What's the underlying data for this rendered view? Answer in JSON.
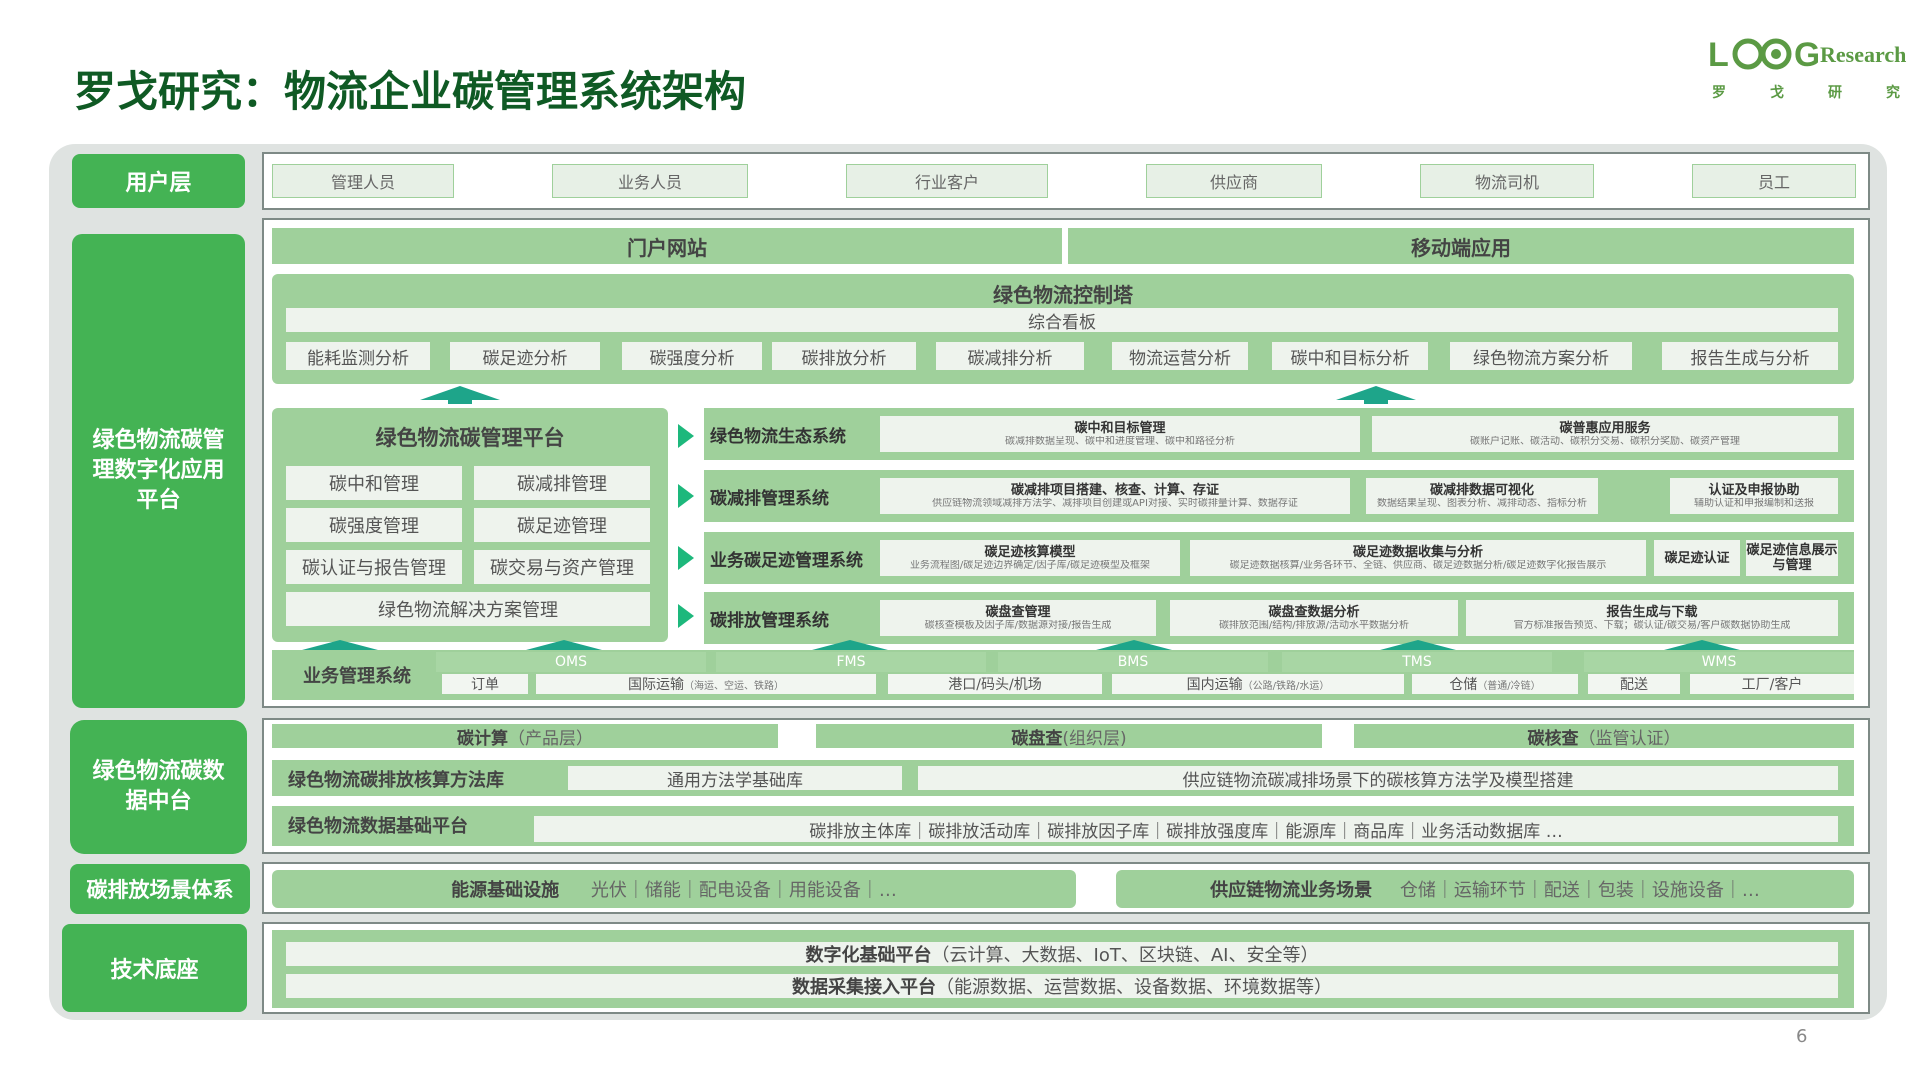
{
  "header": {
    "title": "罗戈研究：物流企业碳管理系统架构",
    "logo_word": "Research",
    "logo_cn": [
      "罗",
      "戈",
      "研",
      "究"
    ],
    "page_number": "6"
  },
  "layers": {
    "user": "用户层",
    "app": "绿色物流碳管理数字化应用平台",
    "data": "绿色物流碳数据中台",
    "scene": "碳排放场景体系",
    "tech": "技术底座"
  },
  "users": [
    "管理人员",
    "业务人员",
    "行业客户",
    "供应商",
    "物流司机",
    "员工"
  ],
  "portal": {
    "web": "门户网站",
    "mobile": "移动端应用"
  },
  "tower": {
    "title": "绿色物流控制塔",
    "dashboard": "综合看板",
    "items": [
      "能耗监测分析",
      "碳足迹分析",
      "碳强度分析",
      "碳排放分析",
      "碳减排分析",
      "物流运营分析",
      "碳中和目标分析",
      "绿色物流方案分析",
      "报告生成与分析"
    ]
  },
  "platform": {
    "title": "绿色物流碳管理平台",
    "items": [
      "碳中和管理",
      "碳减排管理",
      "碳强度管理",
      "碳足迹管理",
      "碳认证与报告管理",
      "碳交易与资产管理"
    ],
    "wide_item": "绿色物流解决方案管理"
  },
  "systems": [
    {
      "name": "绿色物流生态系统",
      "modules": [
        {
          "t": "碳中和目标管理",
          "s": "碳减排数据呈现、碳中和进度管理、碳中和路径分析"
        },
        {
          "t": "碳普惠应用服务",
          "s": "碳账户记账、碳活动、碳积分交易、碳积分奖励、碳资产管理"
        }
      ]
    },
    {
      "name": "碳减排管理系统",
      "modules": [
        {
          "t": "碳减排项目搭建、核查、计算、存证",
          "s": "供应链物流领域减排方法学、减排项目创建或API对接、实时碳排量计算、数据存证"
        },
        {
          "t": "碳减排数据可视化",
          "s": "数据结果呈现、图表分析、减排动态、指标分析"
        },
        {
          "t": "认证及申报协助",
          "s": "辅助认证和申报编制和送报"
        }
      ]
    },
    {
      "name": "业务碳足迹管理系统",
      "modules": [
        {
          "t": "碳足迹核算模型",
          "s": "业务流程图/碳足迹边界确定/因子库/碳足迹模型及框架"
        },
        {
          "t": "碳足迹数据收集与分析",
          "s": "碳足迹数据核算/业务各环节、全链、供应商、碳足迹数据分析/碳足迹数字化报告展示"
        },
        {
          "t": "碳足迹认证",
          "s": ""
        },
        {
          "t": "碳足迹信息展示与管理",
          "s": ""
        }
      ]
    },
    {
      "name": "碳排放管理系统",
      "modules": [
        {
          "t": "碳盘查管理",
          "s": "碳核查模板及因子库/数据源对接/报告生成"
        },
        {
          "t": "碳盘查数据分析",
          "s": "碳排放范围/结构/排放源/活动水平数据分析"
        },
        {
          "t": "报告生成与下载",
          "s": "官方标准报告预览、下载；碳认证/碳交易/客户碳数据协助生成"
        }
      ]
    }
  ],
  "biz": {
    "title": "业务管理系统",
    "systems": [
      "OMS",
      "FMS",
      "BMS",
      "TMS",
      "WMS"
    ],
    "scenes": [
      {
        "t": "订单",
        "s": ""
      },
      {
        "t": "国际运输",
        "s": "（海运、空运、铁路）"
      },
      {
        "t": "港口/码头/机场",
        "s": ""
      },
      {
        "t": "国内运输",
        "s": "（公路/铁路/水运）"
      },
      {
        "t": "仓储",
        "s": "（普通/冷链）"
      },
      {
        "t": "配送",
        "s": ""
      },
      {
        "t": "工厂/客户",
        "s": ""
      }
    ]
  },
  "data_layer": {
    "calc": [
      {
        "t": "碳计算",
        "s": "（产品层）"
      },
      {
        "t": "碳盘查",
        "s": "(组织层)"
      },
      {
        "t": "碳核查",
        "s": "（监管认证）"
      }
    ],
    "method_title": "绿色物流碳排放核算方法库",
    "method_general": "通用方法学基础库",
    "method_supply": "供应链物流碳减排场景下的碳核算方法学及模型搭建",
    "base_title": "绿色物流数据基础平台",
    "base_items": "碳排放主体库｜碳排放活动库｜碳排放因子库｜碳排放强度库｜能源库｜商品库｜业务活动数据库  …"
  },
  "scene_layer": {
    "energy_title": "能源基础设施",
    "energy_items": "光伏｜储能｜配电设备｜用能设备｜…",
    "supply_title": "供应链物流业务场景",
    "supply_items": "仓储｜运输环节｜配送｜包装｜设施设备｜…"
  },
  "tech_layer": {
    "digital_title": "数字化基础平台",
    "digital_items": "（云计算、大数据、IoT、区块链、AI、安全等）",
    "collect_title": "数据采集接入平台",
    "collect_items": "（能源数据、运营数据、设备数据、环境数据等）"
  },
  "colors": {
    "dark_green": "#44b354",
    "mid_green": "#9fd09b",
    "light_green": "#e7f0e6",
    "arrow": "#1db87c",
    "title": "#0f5a24"
  }
}
